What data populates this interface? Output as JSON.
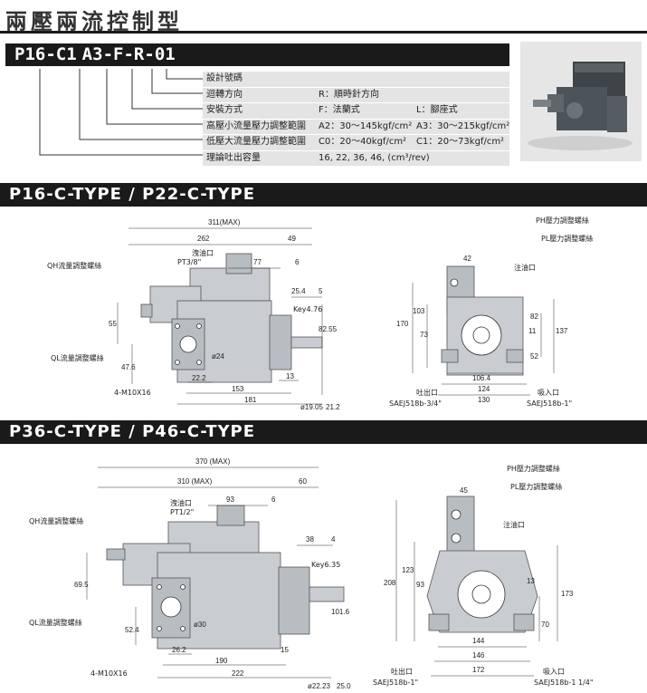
{
  "title": "兩壓兩流控制型",
  "model_code": {
    "parts": [
      "P16",
      "-",
      "C1",
      " ",
      "A3",
      "-",
      "F",
      "-",
      "R",
      "-",
      "01"
    ]
  },
  "code_table": [
    {
      "label": "設計號碼",
      "v1": "",
      "v2": ""
    },
    {
      "label": "迴轉方向",
      "v1": "R：順時針方向",
      "v2": ""
    },
    {
      "label": "安裝方式",
      "v1": "F：法蘭式",
      "v2": "L：腳座式"
    },
    {
      "label": "高壓小流量壓力調整範圍",
      "v1": "A2：30～145kgf/cm²",
      "v2": "A3：30～215kgf/cm²"
    },
    {
      "label": "低壓大流量壓力調整範圍",
      "v1": "C0：20～40kgf/cm²",
      "v2": "C1：20～73kgf/cm²"
    },
    {
      "label": "理論吐出容量",
      "v1": "16, 22, 36, 46, (cm³/rev)",
      "v2": ""
    }
  ],
  "sections": [
    {
      "title": "P16-C-TYPE / P22-C-TYPE"
    },
    {
      "title": "P36-C-TYPE / P46-C-TYPE"
    }
  ],
  "drawing1": {
    "side": {
      "dims": [
        "311(MAX)",
        "262",
        "49",
        "77",
        "6",
        "25.4",
        "5",
        "55",
        "47.6",
        "22.2",
        "13",
        "153",
        "181"
      ],
      "labels": [
        "洩油口",
        "PT3/8\"",
        "QH流量調整螺絲",
        "QL流量調整螺絲",
        "4-M10X16",
        "Key4.76",
        "82.55",
        "ø24",
        "ø19.05",
        "21.2"
      ]
    },
    "front": {
      "dims": [
        "42",
        "170",
        "103",
        "73",
        "82",
        "137",
        "11",
        "52",
        "106.4",
        "124",
        "130"
      ],
      "labels": [
        "PH壓力調整螺絲",
        "PL壓力調整螺絲",
        "注油口",
        "吐出口",
        "SAEJ518b-3/4\"",
        "吸入口",
        "SAEJ518b-1\""
      ]
    }
  },
  "drawing2": {
    "side": {
      "dims": [
        "370 (MAX)",
        "310 (MAX)",
        "60",
        "93",
        "6",
        "38",
        "4",
        "69.5",
        "52.4",
        "26.2",
        "15",
        "190",
        "222"
      ],
      "labels": [
        "洩油口",
        "PT1/2\"",
        "QH流量調整螺絲",
        "QL流量調整螺絲",
        "4-M10X16",
        "Key6.35",
        "101.6",
        "ø30",
        "ø22.23",
        "25.0"
      ]
    },
    "front": {
      "dims": [
        "45",
        "208",
        "123",
        "93",
        "173",
        "13",
        "70",
        "144",
        "146",
        "172"
      ],
      "labels": [
        "PH壓力調整螺絲",
        "PL壓力調整螺絲",
        "注油口",
        "吐出口",
        "SAEJ518b-1\"",
        "吸入口",
        "SAEJ518b-1 1/4\""
      ]
    }
  }
}
